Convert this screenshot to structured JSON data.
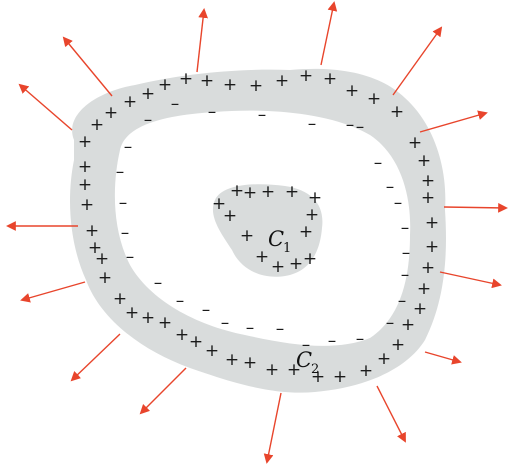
{
  "labels": {
    "inner_conductor": "C",
    "inner_subscript": "1",
    "outer_conductor": "C",
    "outer_subscript": "2"
  },
  "symbols": {
    "positive": "+",
    "negative": "–"
  },
  "colors": {
    "field_line": "#e8452c",
    "conductor_fill": "#d9dcdc",
    "cavity_fill": "#ffffff",
    "ink": "#1a1a1a"
  }
}
